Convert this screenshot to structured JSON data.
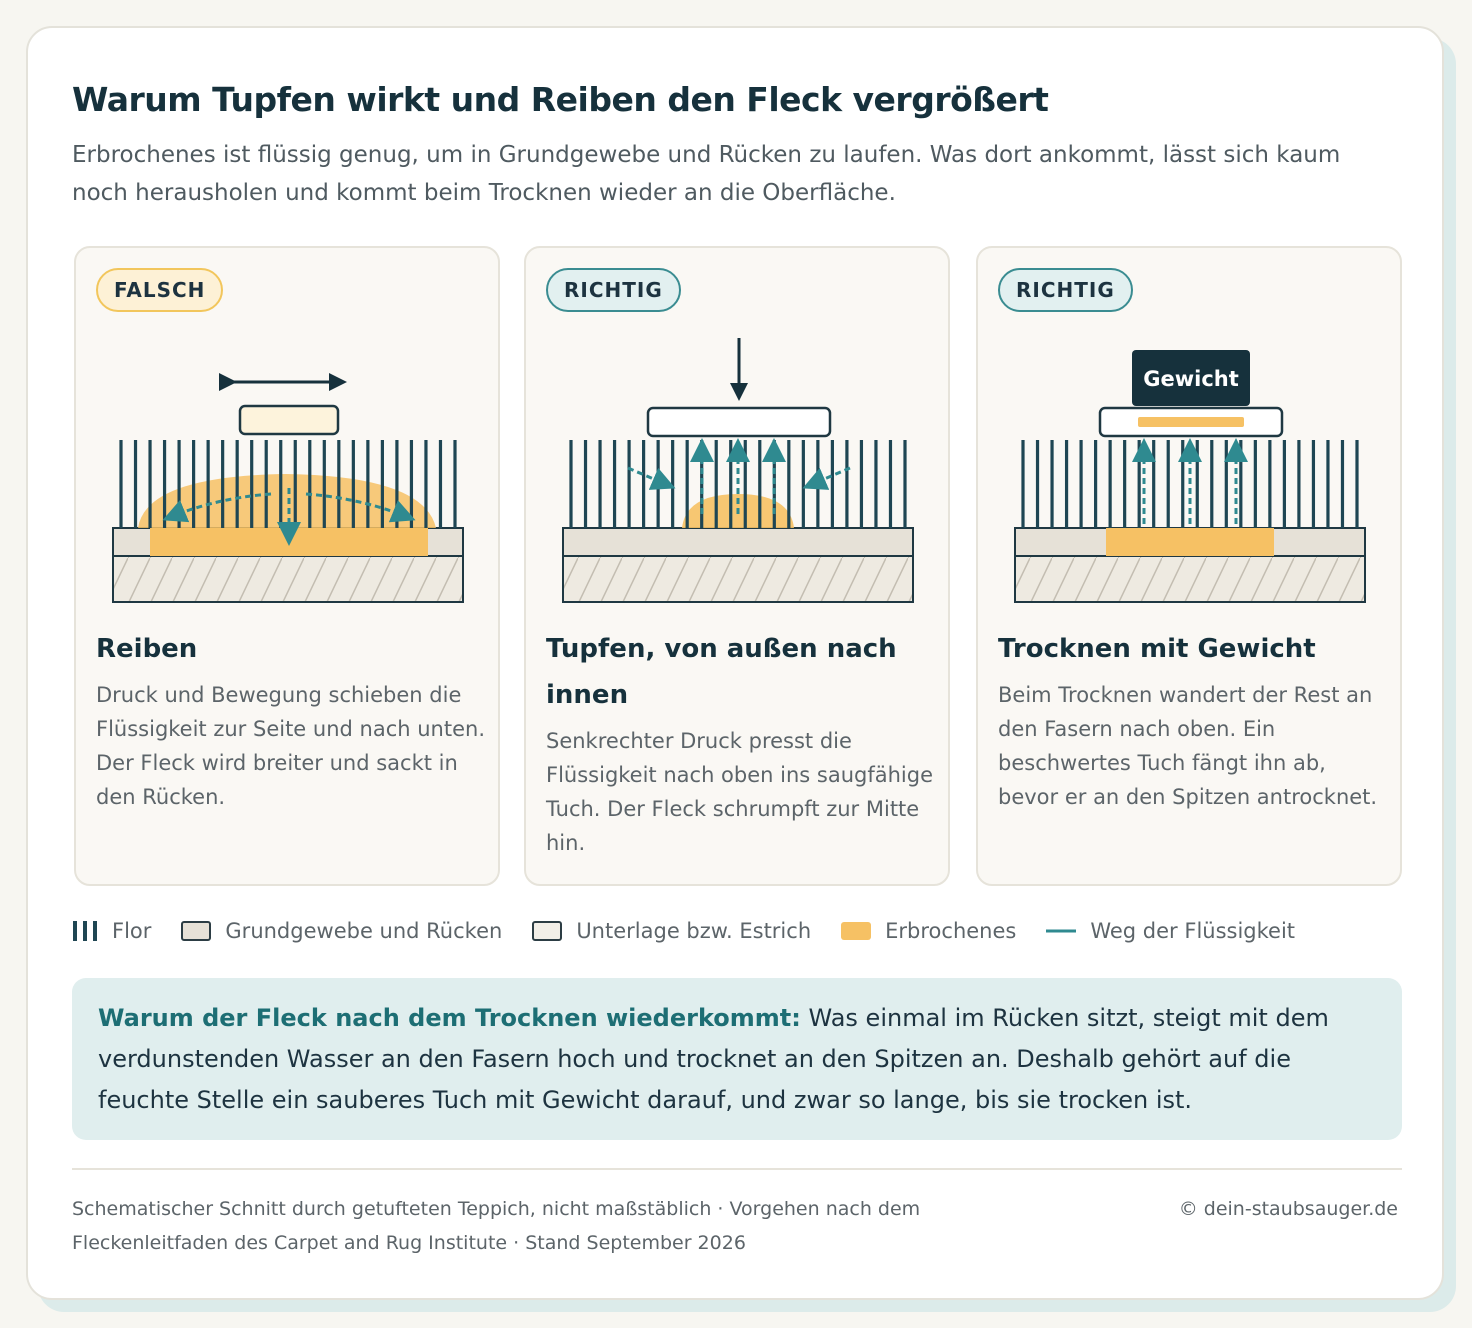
{
  "title": "Warum Tupfen wirkt und Reiben den Fleck vergrößert",
  "intro": "Erbrochenes ist flüssig genug, um in Grundgewebe und Rücken zu laufen. Was dort ankommt, lässt sich kaum noch herausholen und kommt beim Trocknen wieder an die Oberfläche.",
  "panels": [
    {
      "badge": "FALSCH",
      "title": "Reiben",
      "text": "Druck und Bewegung schieben die Flüssigkeit zur Seite und nach unten. Der Fleck wird breiter und sackt in den Rücken."
    },
    {
      "badge": "RICHTIG",
      "title": "Tupfen, von außen nach innen",
      "text": "Senkrechter Druck presst die Flüssigkeit nach oben ins saugfähige Tuch. Der Fleck schrumpft zur Mitte hin."
    },
    {
      "badge": "RICHTIG",
      "title": "Trocknen mit Gewicht",
      "weight_label": "Gewicht",
      "text": "Beim Trocknen wandert der Rest an den Fasern nach oben. Ein beschwertes Tuch fängt ihn ab, bevor er an den Spitzen antrocknet."
    }
  ],
  "legend": [
    {
      "label": "Flor"
    },
    {
      "label": "Grundgewebe und Rücken"
    },
    {
      "label": "Unterlage bzw. Estrich"
    },
    {
      "label": "Erbrochenes"
    },
    {
      "label": "Weg der Flüssigkeit"
    }
  ],
  "callout": {
    "lead": "Warum der Fleck nach dem Trocknen wiederkommt:",
    "text": "Was einmal im Rücken sitzt, steigt mit dem verdunstenden Wasser an den Fasern hoch und trocknet an den Spitzen an. Deshalb gehört auf die feuchte Stelle ein sauberes Tuch mit Gewicht darauf, und zwar so lange, bis sie trocken ist."
  },
  "footer": {
    "source": "Schematischer Schnitt durch getufteten Teppich, nicht maßstäblich · Vorgehen nach dem Fleckenleitfaden des Carpet and Rug Institute · Stand September 2026",
    "copyright": "© dein-staubsauger.de"
  },
  "colors": {
    "fiber": "#1f4653",
    "liquid": "#f6c164",
    "backing": "#e6e1d7",
    "subfloor": "#eeeae1",
    "path": "#2f8a90",
    "dark": "#16313c"
  }
}
